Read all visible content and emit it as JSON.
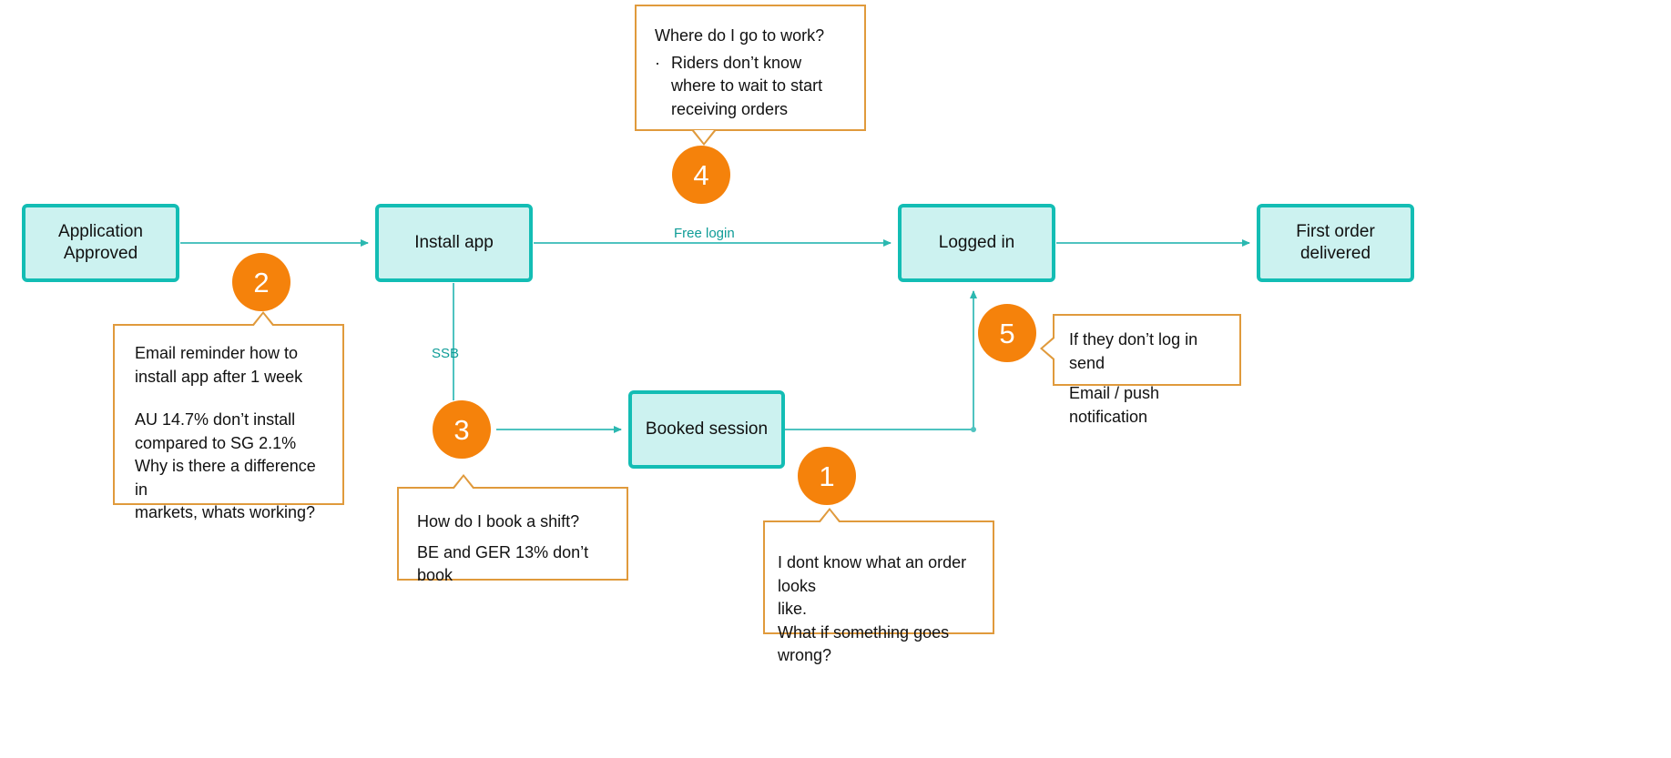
{
  "diagram": {
    "title": "Rider onboarding journey flow",
    "colors": {
      "node_fill": "#CCF2F0",
      "node_border": "#13BDB4",
      "badge_fill": "#F5820B",
      "badge_text": "#FFFFFF",
      "callout_border": "#E09A3C",
      "edge_line": "#4FC3C0",
      "edge_label_text": "#0E9C97",
      "background": "#FFFFFF"
    }
  },
  "nodes": [
    {
      "id": "application-approved",
      "label": "Application\nApproved",
      "line1": "Application",
      "line2": "Approved"
    },
    {
      "id": "install-app",
      "label": "Install app"
    },
    {
      "id": "logged-in",
      "label": "Logged in"
    },
    {
      "id": "first-order-delivered",
      "label": "First order delivered"
    },
    {
      "id": "booked-session",
      "label": "Booked session"
    }
  ],
  "edge_labels": [
    {
      "id": "free-login",
      "text": "Free login"
    },
    {
      "id": "ssb",
      "text": "SSB"
    }
  ],
  "badges": [
    {
      "id": "badge-1",
      "number": "1"
    },
    {
      "id": "badge-2",
      "number": "2"
    },
    {
      "id": "badge-3",
      "number": "3"
    },
    {
      "id": "badge-4",
      "number": "4"
    },
    {
      "id": "badge-5",
      "number": "5"
    }
  ],
  "callouts": {
    "where_to_work": {
      "heading": "Where do I go to work?",
      "bullet": "Riders don’t know where to wait to start receiving orders",
      "bullet_marker": "·"
    },
    "email_reminder": {
      "para1": "Email reminder how to install app after 1 week",
      "para2_line1": "AU 14.7% don’t install",
      "para2_line2": "compared to SG 2.1%",
      "para2_line3": "Why is there a difference in",
      "para2_line4": "markets, whats working?"
    },
    "book_shift": {
      "line1": "How do I book a shift?",
      "line2": "BE and GER 13% don’t book"
    },
    "login_nudge": {
      "line1": "If they don’t log in send",
      "line2": "Email / push notification"
    },
    "order_unknown": {
      "line1": "I dont know what an order looks",
      "line2": "like.",
      "line3": "What if something goes wrong?"
    }
  }
}
